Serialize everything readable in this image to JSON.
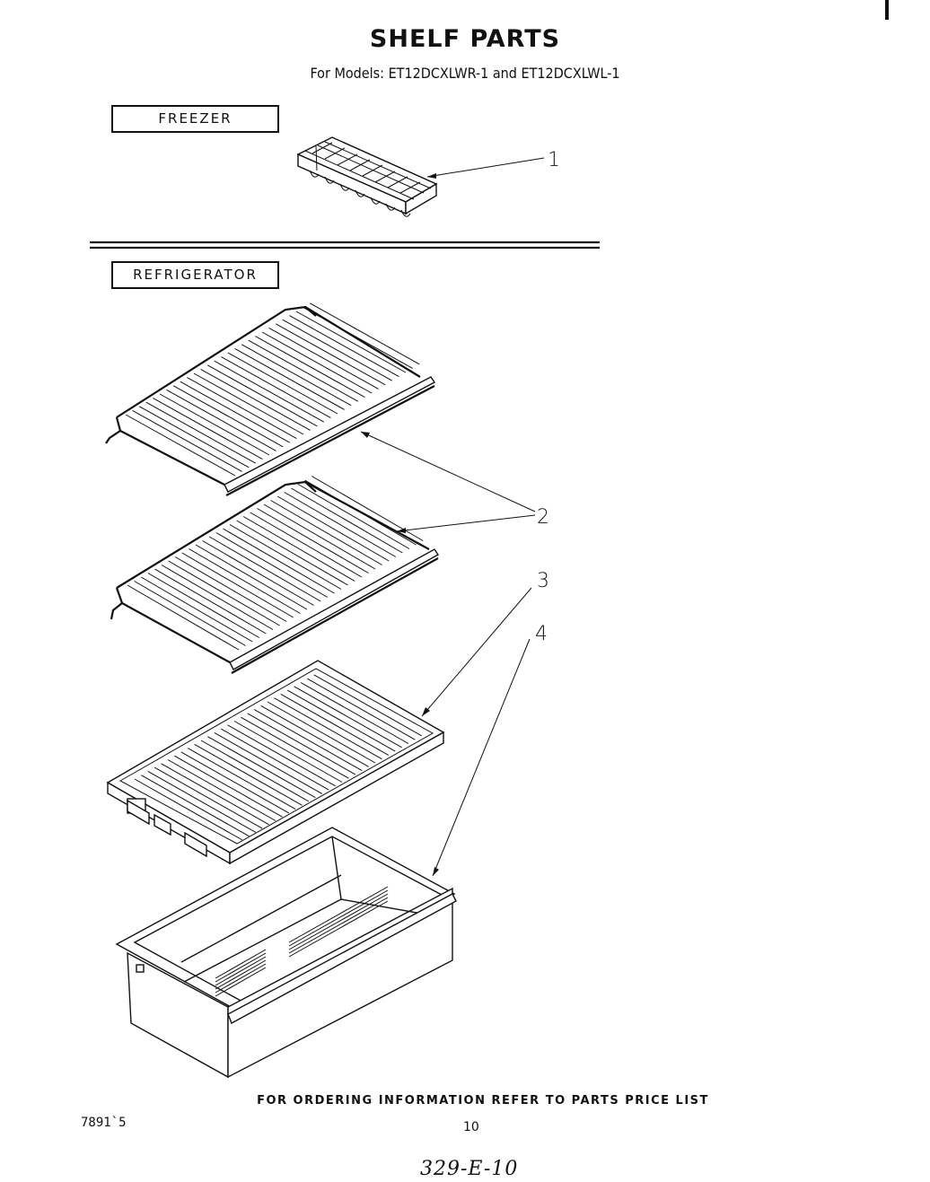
{
  "header": {
    "title": "SHELF PARTS",
    "subtitle": "For Models: ET12DCXLWR-1 and ET12DCXLWL-1"
  },
  "sections": {
    "freezer_label": "FREEZER",
    "refrigerator_label": "REFRIGERATOR"
  },
  "callouts": [
    "1",
    "2",
    "3",
    "4"
  ],
  "footer": {
    "ordering_note": "FOR ORDERING INFORMATION REFER TO PARTS PRICE LIST",
    "document_number": "7891`5",
    "page_number": "10",
    "handwritten_note": "329-E-10"
  }
}
